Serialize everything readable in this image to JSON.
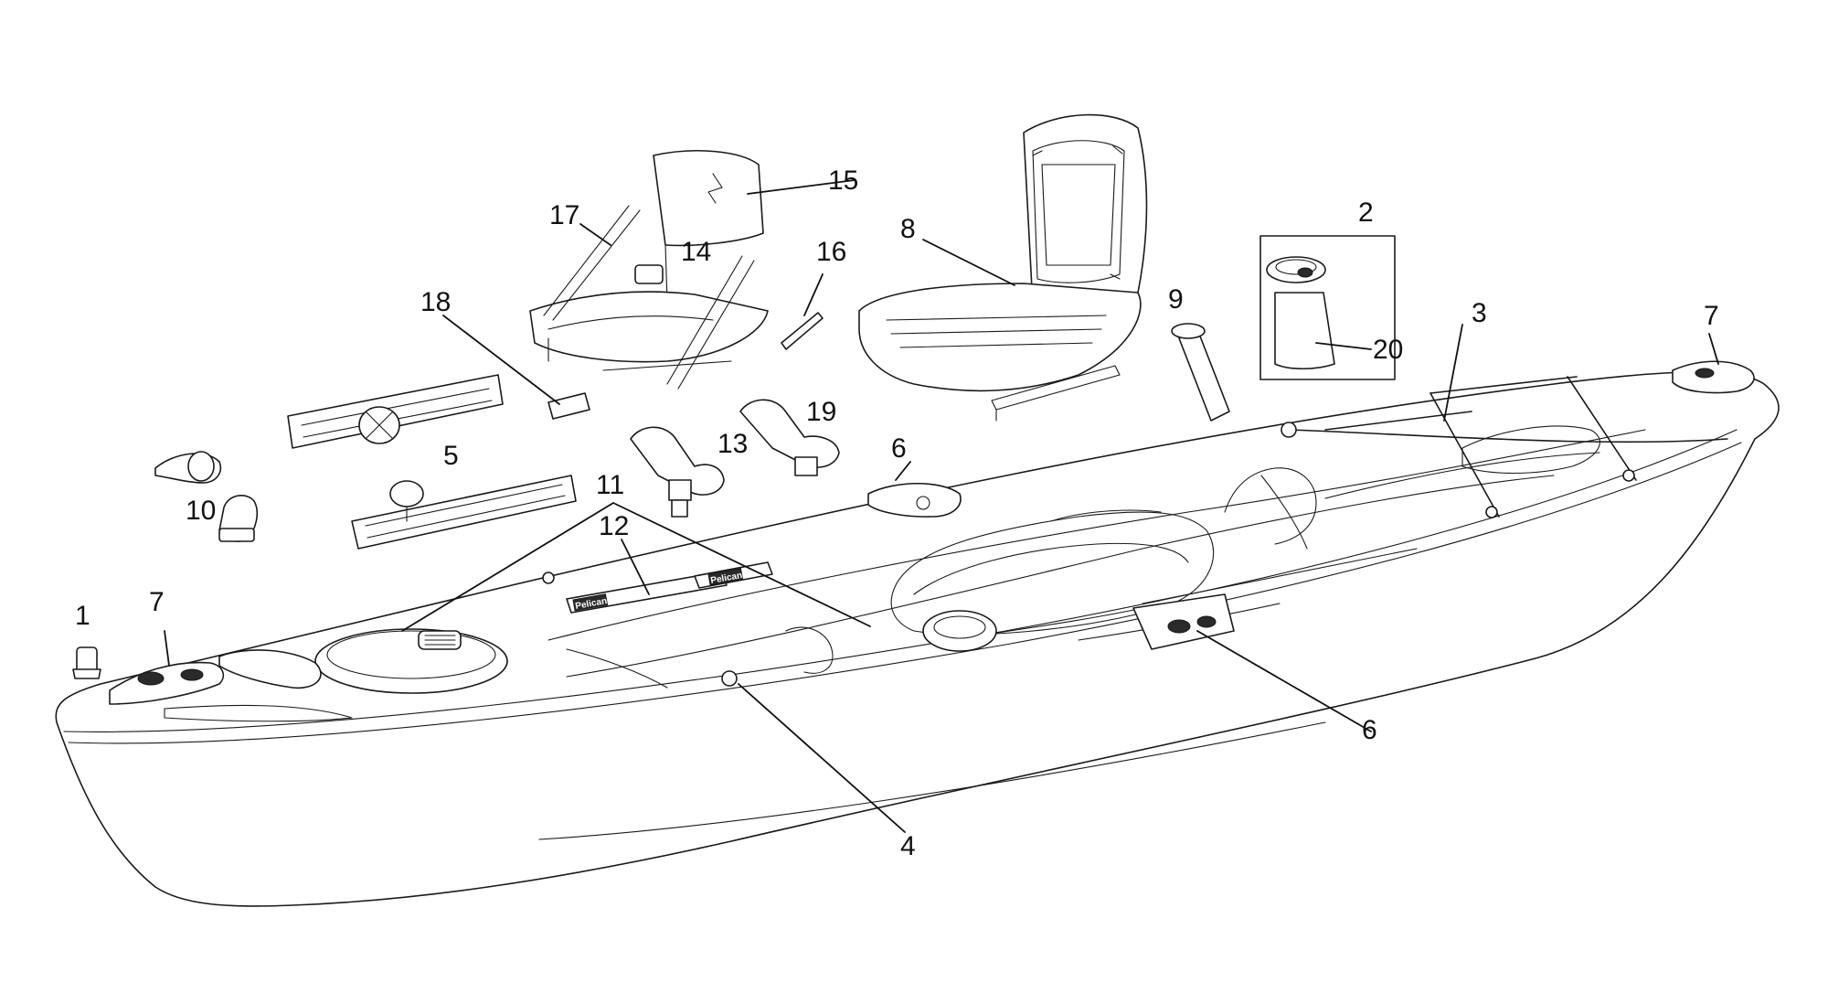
{
  "callouts": {
    "c1": "1",
    "c2": "2",
    "c3": "3",
    "c4": "4",
    "c5": "5",
    "c6a": "6",
    "c6b": "6",
    "c7a": "7",
    "c7b": "7",
    "c8": "8",
    "c9": "9",
    "c10": "10",
    "c11": "11",
    "c12": "12",
    "c13": "13",
    "c14": "14",
    "c15": "15",
    "c16": "16",
    "c17": "17",
    "c18": "18",
    "c19": "19",
    "c20": "20"
  },
  "paddle_brand": "Pelican",
  "colors": {
    "line": "#1a1a1a",
    "background": "#ffffff"
  }
}
